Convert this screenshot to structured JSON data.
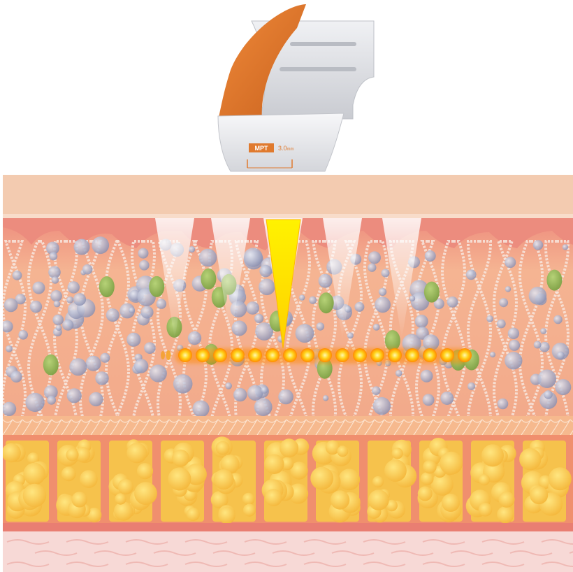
{
  "device": {
    "name": "ultrasound-handpiece",
    "brand_label": "MPT",
    "depth_label": "3.0",
    "depth_unit": "mm",
    "accent_color": "#E07A2E",
    "body_color": "#D9DBE0"
  },
  "layers": [
    {
      "name": "epidermis",
      "color": "#F3CBB0"
    },
    {
      "name": "dermis",
      "color": "#F2A98A"
    },
    {
      "name": "smas",
      "color": "#F6B98E"
    },
    {
      "name": "fat",
      "color": "#F5C14A"
    },
    {
      "name": "muscle",
      "color": "#F7D9D6"
    }
  ],
  "focal_points": {
    "count": 17,
    "color": "#FFD21A",
    "glow_color": "#FF8A00",
    "active_beam_color": "#FFF000"
  },
  "beam_cones": {
    "count": 5,
    "color": "#FFFFFF"
  }
}
